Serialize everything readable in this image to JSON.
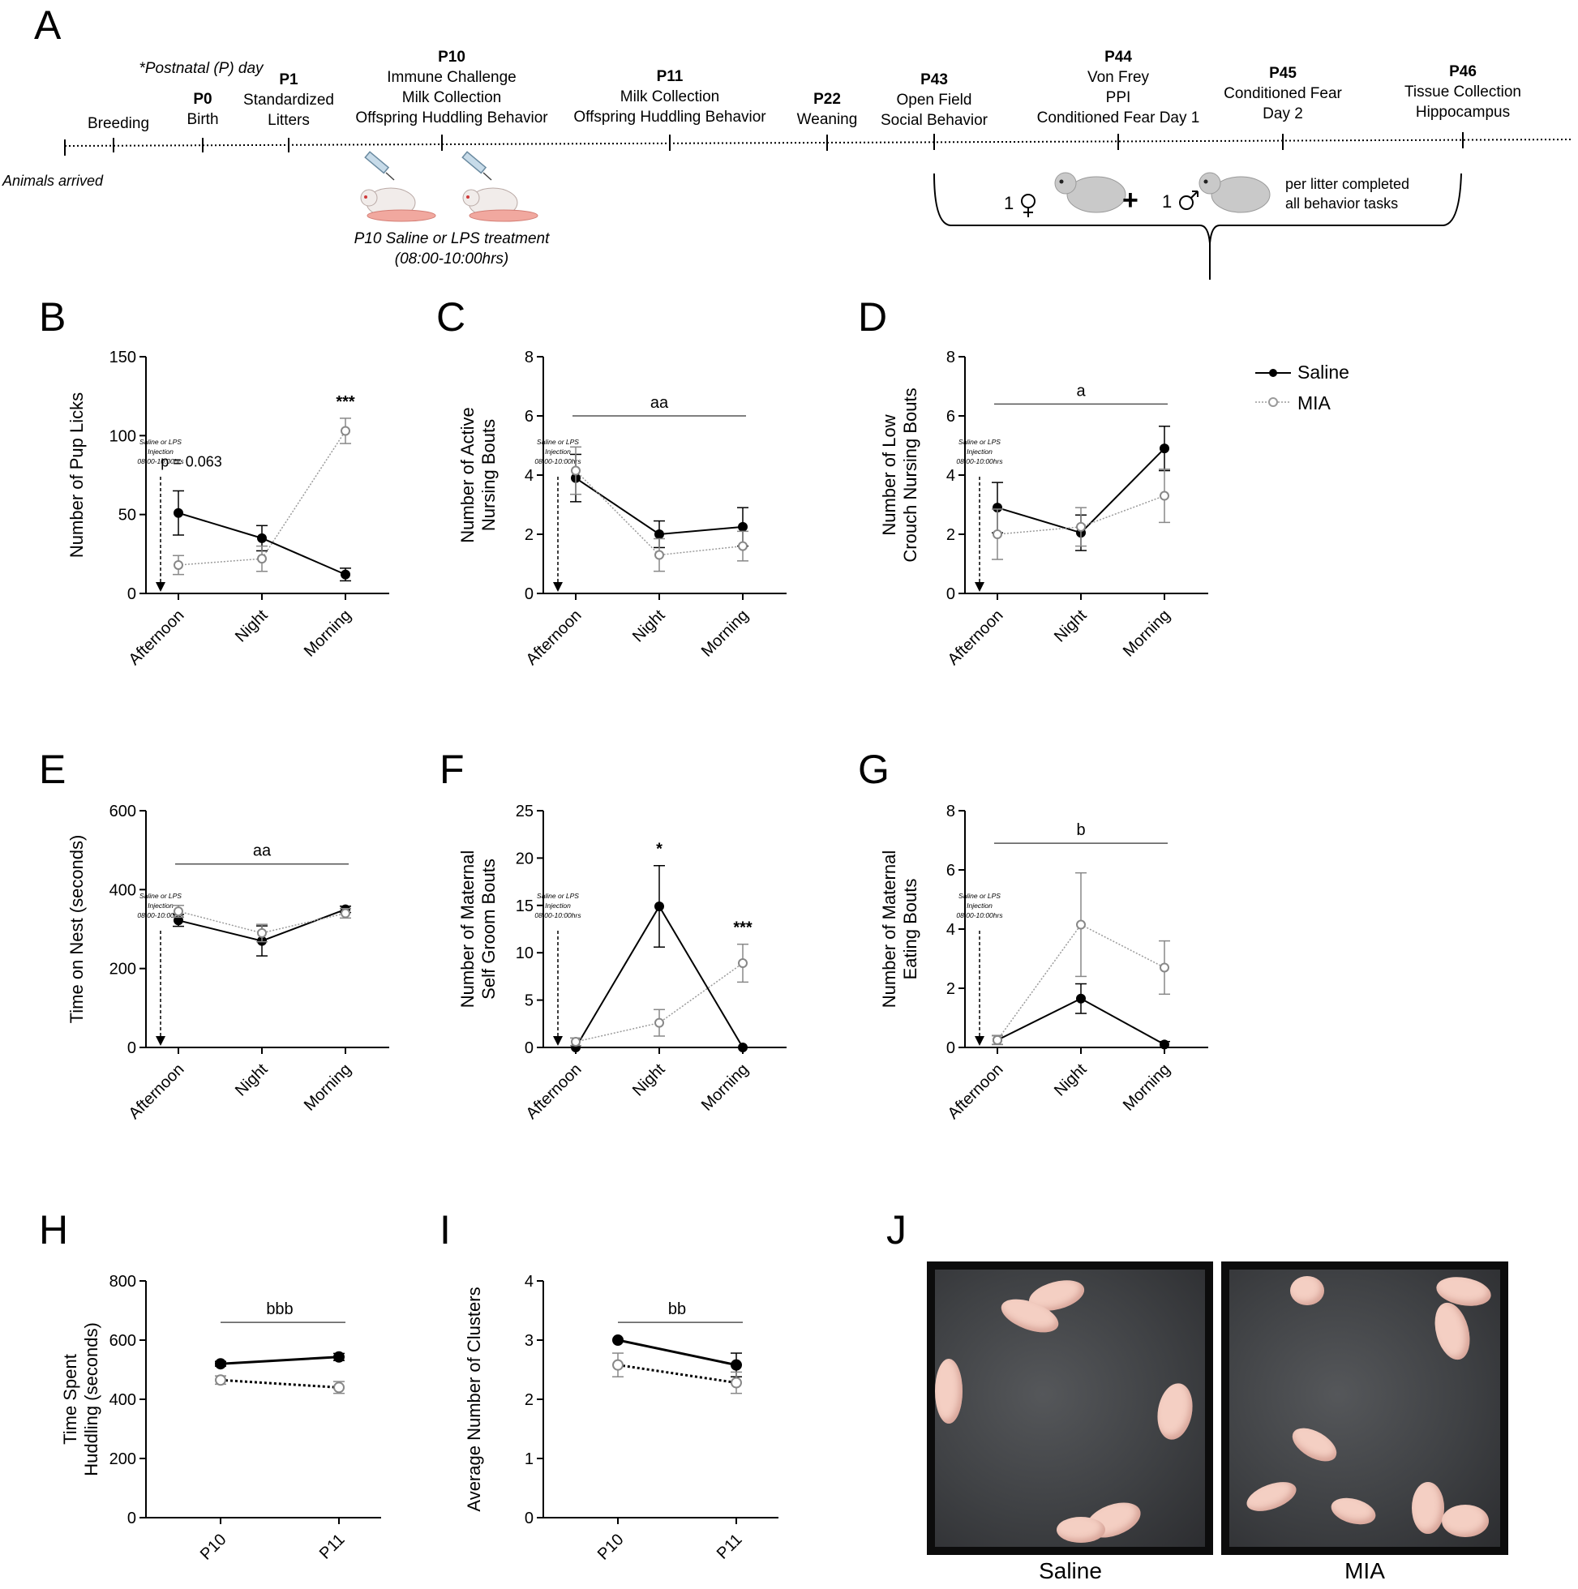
{
  "panels": {
    "A": "A",
    "B": "B",
    "C": "C",
    "D": "D",
    "E": "E",
    "F": "F",
    "G": "G",
    "H": "H",
    "I": "I",
    "J": "J"
  },
  "timeline": {
    "postnatal_note": "*Postnatal (P) day",
    "animals_arrived": "Animals arrived",
    "events": [
      {
        "day": "",
        "lines": [
          "Breeding"
        ]
      },
      {
        "day": "P0",
        "lines": [
          "Birth"
        ]
      },
      {
        "day": "P1",
        "lines": [
          "Standardized",
          "Litters"
        ]
      },
      {
        "day": "P10",
        "lines": [
          "Immune Challenge",
          "Milk Collection",
          "Offspring Huddling Behavior"
        ]
      },
      {
        "day": "P11",
        "lines": [
          "Milk Collection",
          "Offspring Huddling Behavior"
        ]
      },
      {
        "day": "P22",
        "lines": [
          "Weaning"
        ]
      },
      {
        "day": "P43",
        "lines": [
          "Open Field",
          "Social Behavior"
        ]
      },
      {
        "day": "P44",
        "lines": [
          "Von Frey",
          "PPI",
          "Conditioned Fear Day 1"
        ]
      },
      {
        "day": "P45",
        "lines": [
          "Conditioned Fear",
          "Day 2"
        ]
      },
      {
        "day": "P46",
        "lines": [
          "Tissue Collection",
          "Hippocampus"
        ]
      }
    ],
    "treatment_line1": "P10 Saline or LPS treatment",
    "treatment_line2": "(08:00-10:00hrs)",
    "female_count": "1",
    "male_count": "1",
    "plus": "+",
    "litter_note_1": "per litter completed",
    "litter_note_2": "all behavior tasks"
  },
  "legend": {
    "saline": "Saline",
    "mia": "MIA"
  },
  "injection_note": [
    "Saline or LPS",
    "Injection",
    "08:00-10:00hrs"
  ],
  "colors": {
    "saline": "#000000",
    "mia": "#9a9a9a",
    "photo_bg": "#3f4144",
    "pup": "#f4cfc3"
  },
  "chart_data": [
    {
      "panel": "B",
      "type": "line",
      "ylabel": "Number of Pup Licks",
      "categories": [
        "Afternoon",
        "Night",
        "Morning"
      ],
      "ylim": [
        0,
        150
      ],
      "yticks": [
        0,
        50,
        100,
        150
      ],
      "series": [
        {
          "name": "Saline",
          "values": [
            51,
            35,
            12
          ],
          "errors": [
            14,
            8,
            4
          ]
        },
        {
          "name": "MIA",
          "values": [
            18,
            22,
            103
          ],
          "errors": [
            6,
            8,
            8
          ]
        }
      ],
      "annotations": [
        {
          "text": "p = 0.063",
          "category": "Afternoon"
        },
        {
          "text": "***",
          "category": "Morning"
        }
      ],
      "bracket": null,
      "injection_arrow": true
    },
    {
      "panel": "C",
      "type": "line",
      "ylabel": "Number of Active Nursing Bouts",
      "categories": [
        "Afternoon",
        "Night",
        "Morning"
      ],
      "ylim": [
        0,
        8
      ],
      "yticks": [
        0,
        2,
        4,
        6,
        8
      ],
      "series": [
        {
          "name": "Saline",
          "values": [
            3.9,
            2.0,
            2.25
          ],
          "errors": [
            0.8,
            0.45,
            0.65
          ]
        },
        {
          "name": "MIA",
          "values": [
            4.15,
            1.3,
            1.6
          ],
          "errors": [
            0.8,
            0.55,
            0.5
          ]
        }
      ],
      "annotations": [],
      "bracket": {
        "text": "aa",
        "y": 6.0
      },
      "injection_arrow": true
    },
    {
      "panel": "D",
      "type": "line",
      "ylabel": "Number of Low  Crouch Nursing Bouts",
      "categories": [
        "Afternoon",
        "Night",
        "Morning"
      ],
      "ylim": [
        0,
        8
      ],
      "yticks": [
        0,
        2,
        4,
        6,
        8
      ],
      "series": [
        {
          "name": "Saline",
          "values": [
            2.9,
            2.05,
            4.9
          ],
          "errors": [
            0.85,
            0.6,
            0.75
          ]
        },
        {
          "name": "MIA",
          "values": [
            2.0,
            2.25,
            3.3
          ],
          "errors": [
            0.85,
            0.65,
            0.9
          ]
        }
      ],
      "annotations": [],
      "bracket": {
        "text": "a",
        "y": 6.4
      },
      "injection_arrow": true
    },
    {
      "panel": "E",
      "type": "line",
      "ylabel": "Time on Nest (seconds)",
      "categories": [
        "Afternoon",
        "Night",
        "Morning"
      ],
      "ylim": [
        0,
        600
      ],
      "yticks": [
        0,
        200,
        400,
        600
      ],
      "series": [
        {
          "name": "Saline",
          "values": [
            322,
            270,
            350
          ],
          "errors": [
            15,
            38,
            8
          ]
        },
        {
          "name": "MIA",
          "values": [
            345,
            290,
            340
          ],
          "errors": [
            15,
            22,
            12
          ]
        }
      ],
      "annotations": [],
      "bracket": {
        "text": "aa",
        "y": 465
      },
      "injection_arrow": true
    },
    {
      "panel": "F",
      "type": "line",
      "ylabel": "Number of Maternal Self Groom Bouts",
      "categories": [
        "Afternoon",
        "Night",
        "Morning"
      ],
      "ylim": [
        0,
        25
      ],
      "yticks": [
        0,
        5,
        10,
        15,
        20,
        25
      ],
      "series": [
        {
          "name": "Saline",
          "values": [
            0.0,
            14.9,
            0.0
          ],
          "errors": [
            0,
            4.3,
            0
          ]
        },
        {
          "name": "MIA",
          "values": [
            0.6,
            2.6,
            8.9
          ],
          "errors": [
            0.4,
            1.4,
            2.0
          ]
        }
      ],
      "annotations": [
        {
          "text": "*",
          "category": "Night"
        },
        {
          "text": "***",
          "category": "Morning"
        }
      ],
      "bracket": null,
      "injection_arrow": true
    },
    {
      "panel": "G",
      "type": "line",
      "ylabel": "Number of Maternal Eating Bouts",
      "categories": [
        "Afternoon",
        "Night",
        "Morning"
      ],
      "ylim": [
        0,
        8
      ],
      "yticks": [
        0,
        2,
        4,
        6,
        8
      ],
      "series": [
        {
          "name": "Saline",
          "values": [
            0.25,
            1.65,
            0.1
          ],
          "errors": [
            0.15,
            0.5,
            0.1
          ]
        },
        {
          "name": "MIA",
          "values": [
            0.25,
            4.15,
            2.7
          ],
          "errors": [
            0.15,
            1.75,
            0.9
          ]
        }
      ],
      "annotations": [],
      "bracket": {
        "text": "b",
        "y": 6.9
      },
      "injection_arrow": true
    },
    {
      "panel": "H",
      "type": "line",
      "ylabel": "Time Spent Huddling (seconds)",
      "categories": [
        "P10",
        "P11"
      ],
      "ylim": [
        0,
        800
      ],
      "yticks": [
        0,
        200,
        400,
        600,
        800
      ],
      "series": [
        {
          "name": "Saline",
          "values": [
            520,
            543
          ],
          "errors": [
            8,
            12
          ]
        },
        {
          "name": "MIA",
          "values": [
            465,
            440
          ],
          "errors": [
            14,
            20
          ]
        }
      ],
      "annotations": [],
      "bracket": {
        "text": "bbb",
        "y": 660
      },
      "injection_arrow": false
    },
    {
      "panel": "I",
      "type": "line",
      "ylabel": "Average Number of Clusters",
      "categories": [
        "P10",
        "P11"
      ],
      "ylim": [
        0,
        4
      ],
      "yticks": [
        0,
        1,
        2,
        3,
        4
      ],
      "series": [
        {
          "name": "Saline",
          "values": [
            3.0,
            2.58
          ],
          "errors": [
            0,
            0.2
          ]
        },
        {
          "name": "MIA",
          "values": [
            2.58,
            2.28
          ],
          "errors": [
            0.2,
            0.18
          ]
        }
      ],
      "annotations": [],
      "bracket": {
        "text": "bb",
        "y": 3.3
      },
      "injection_arrow": false
    }
  ],
  "photos": {
    "saline_caption": "Saline",
    "mia_caption": "MIA"
  }
}
